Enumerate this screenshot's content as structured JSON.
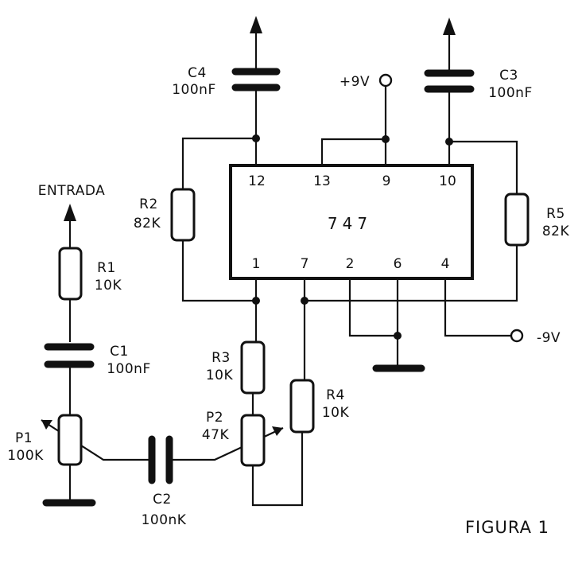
{
  "labels": {
    "entrada": "ENTRADA",
    "figure": "FIGURA 1",
    "pos_supply": "+9V",
    "neg_supply": "-9V",
    "ic": "747"
  },
  "components": {
    "c4": {
      "name": "C4",
      "value": "100nF"
    },
    "c3": {
      "name": "C3",
      "value": "100nF"
    },
    "c1": {
      "name": "C1",
      "value": "100nF"
    },
    "c2": {
      "name": "C2",
      "value": "100nK"
    },
    "r1": {
      "name": "R1",
      "value": "10K"
    },
    "r2": {
      "name": "R2",
      "value": "82K"
    },
    "r3": {
      "name": "R3",
      "value": "10K"
    },
    "r4": {
      "name": "R4",
      "value": "10K"
    },
    "r5": {
      "name": "R5",
      "value": "82K"
    },
    "p1": {
      "name": "P1",
      "value": "100K"
    },
    "p2": {
      "name": "P2",
      "value": "47K"
    }
  },
  "pins": {
    "top": [
      "12",
      "13",
      "9",
      "10"
    ],
    "bottom": [
      "1",
      "7",
      "2",
      "6",
      "4"
    ]
  }
}
